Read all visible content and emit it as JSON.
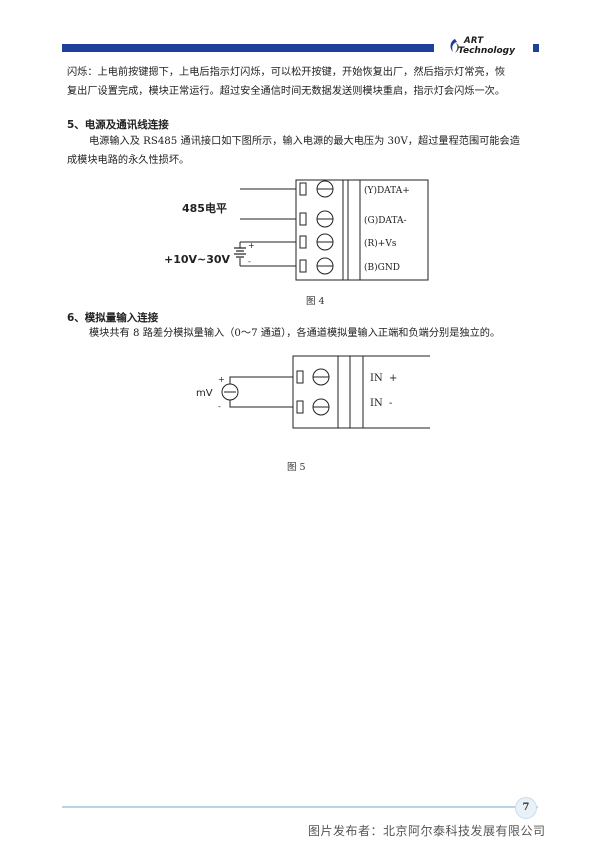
{
  "header": {
    "logo_line1": "ART",
    "logo_line2": "Technology",
    "brand_color": "#1e3f9a"
  },
  "intro": {
    "line1": "闪烁：上电前按键摁下，上电后指示灯闪烁，可以松开按键，开始恢复出厂，然后指示灯常亮，恢",
    "line2": "复出厂设置完成，模块正常运行。超过安全通信时间无数据发送则模块重启，指示灯会闪烁一次。"
  },
  "section5": {
    "heading": "5、电源及通讯线连接",
    "line1": "电源输入及 RS485 通讯接口如下图所示，输入电源的最大电压为 30V，超过量程范围可能会造",
    "line2": "成模块电路的永久性损坏。",
    "figure": {
      "rs485_label": "485电平",
      "power_label": "+10V~30V",
      "plus_sign": "+",
      "minus_sign": "-",
      "terminals": [
        "(Y)DATA+",
        "(G)DATA-",
        "(R)+Vs",
        "(B)GND"
      ],
      "caption": "图 4"
    }
  },
  "section6": {
    "heading": "6、模拟量输入连接",
    "line1": "模块共有 8 路差分模拟量输入（0～7 通道），各通道模拟量输入正端和负端分别是独立的。",
    "figure": {
      "source_label": "mV",
      "plus_sign": "+",
      "minus_sign": "-",
      "terminals": [
        "IN  +",
        "IN  -"
      ],
      "caption": "图 5"
    }
  },
  "footer": {
    "page_number": "7",
    "watermark": "图片发布者：北京阿尔泰科技发展有限公司"
  }
}
